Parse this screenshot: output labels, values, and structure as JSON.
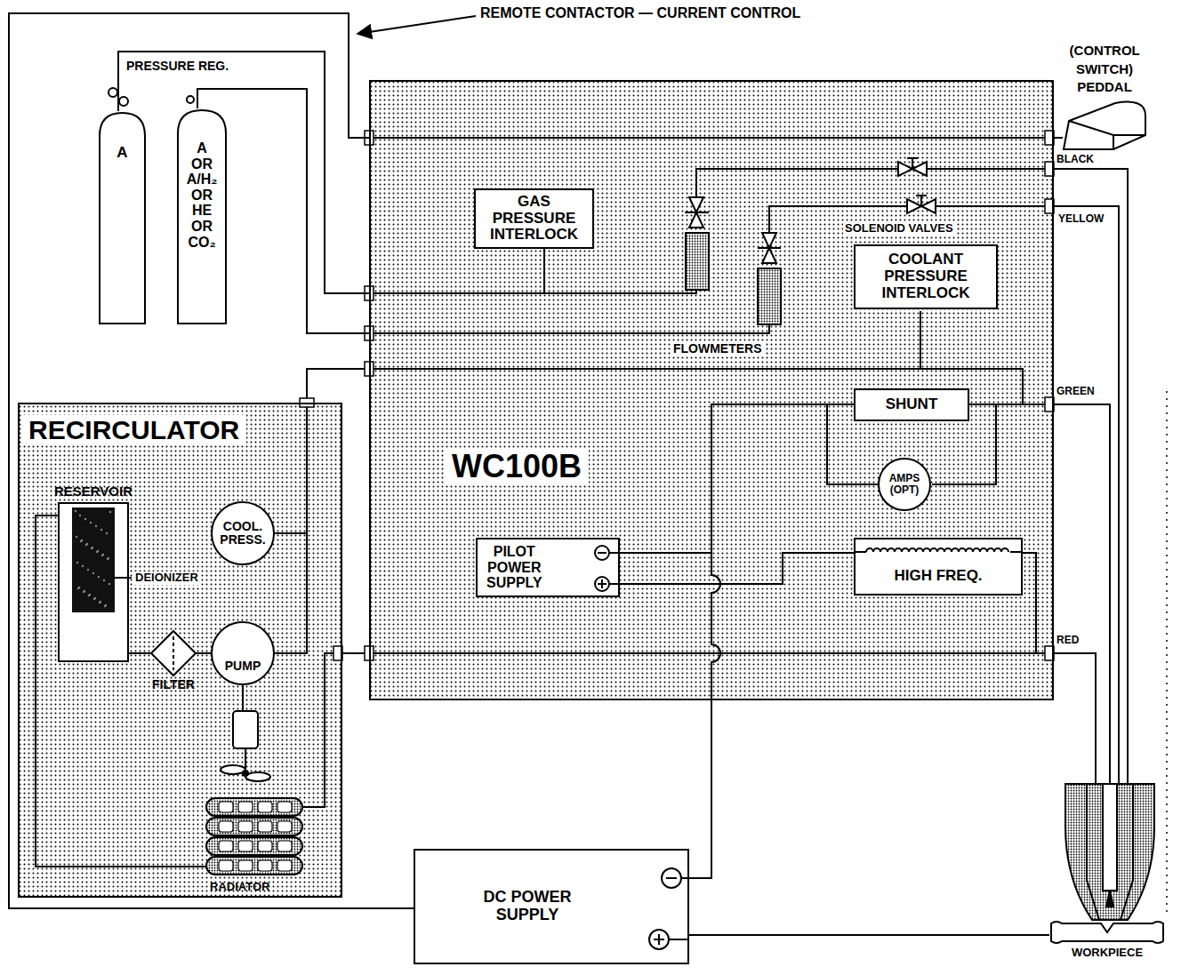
{
  "diagram": {
    "nodes": [
      {
        "text": [
          "WC100B"
        ]
      },
      {
        "text": [
          "GAS PRESSURE INTERLOCK"
        ],
        "in": 0
      },
      {
        "text": [
          "COOLANT PRESSURE INTERLOCK"
        ],
        "in": 0
      },
      {
        "text": [
          "SHUNT"
        ],
        "in": 0
      },
      {
        "text": [
          "AMPS (OPT)"
        ],
        "in": 0
      },
      {
        "text": [
          "PILOT POWER SUPPLY"
        ],
        "in": 0
      },
      {
        "text": [
          "HIGH FREQ."
        ],
        "in": 0
      },
      {
        "text": [
          "RECIRCULATOR"
        ]
      },
      {
        "text": [
          "RESERVOIR"
        ],
        "in": 7
      },
      {
        "text": [
          "COOL. PRESS."
        ],
        "in": 7
      },
      {
        "text": [
          "FILTER"
        ],
        "in": 7
      },
      {
        "text": [
          "PUMP"
        ],
        "in": 7
      },
      {
        "text": [
          "A"
        ]
      },
      {
        "text": [
          "A OR A/H₂ OR HE OR CO₂"
        ]
      },
      {
        "text": [
          "(CONTROL SWITCH) PEDDAL"
        ]
      },
      {
        "text": [
          "DC POWER SUPPLY"
        ]
      },
      {
        "text": [
          "WORKPIECE"
        ]
      }
    ],
    "edges": [
      {
        "from": 15,
        "to": 16,
        "arrow": "none"
      },
      {
        "from": 5,
        "to": 6,
        "arrow": "none"
      },
      {
        "from": 3,
        "to": 4,
        "arrow": "none"
      },
      {
        "from": 8,
        "to": 10,
        "arrow": "none"
      },
      {
        "from": 10,
        "to": 11,
        "arrow": "none"
      },
      {
        "from": 11,
        "to": 9,
        "arrow": "none"
      },
      {
        "from": 12,
        "to": 0,
        "arrow": "none"
      },
      {
        "from": 13,
        "to": 0,
        "arrow": "none"
      },
      {
        "from": 15,
        "to": 0,
        "arrow": "none"
      }
    ],
    "labels": [
      "REMOTE CONTACTOR — CURRENT CONTROL",
      "PRESSURE REG.",
      "SOLENOID VALVES",
      "FLOWMETERS",
      "BLACK",
      "YELLOW",
      "GREEN",
      "RED",
      "DEIONIZER",
      "RADIATOR"
    ]
  }
}
